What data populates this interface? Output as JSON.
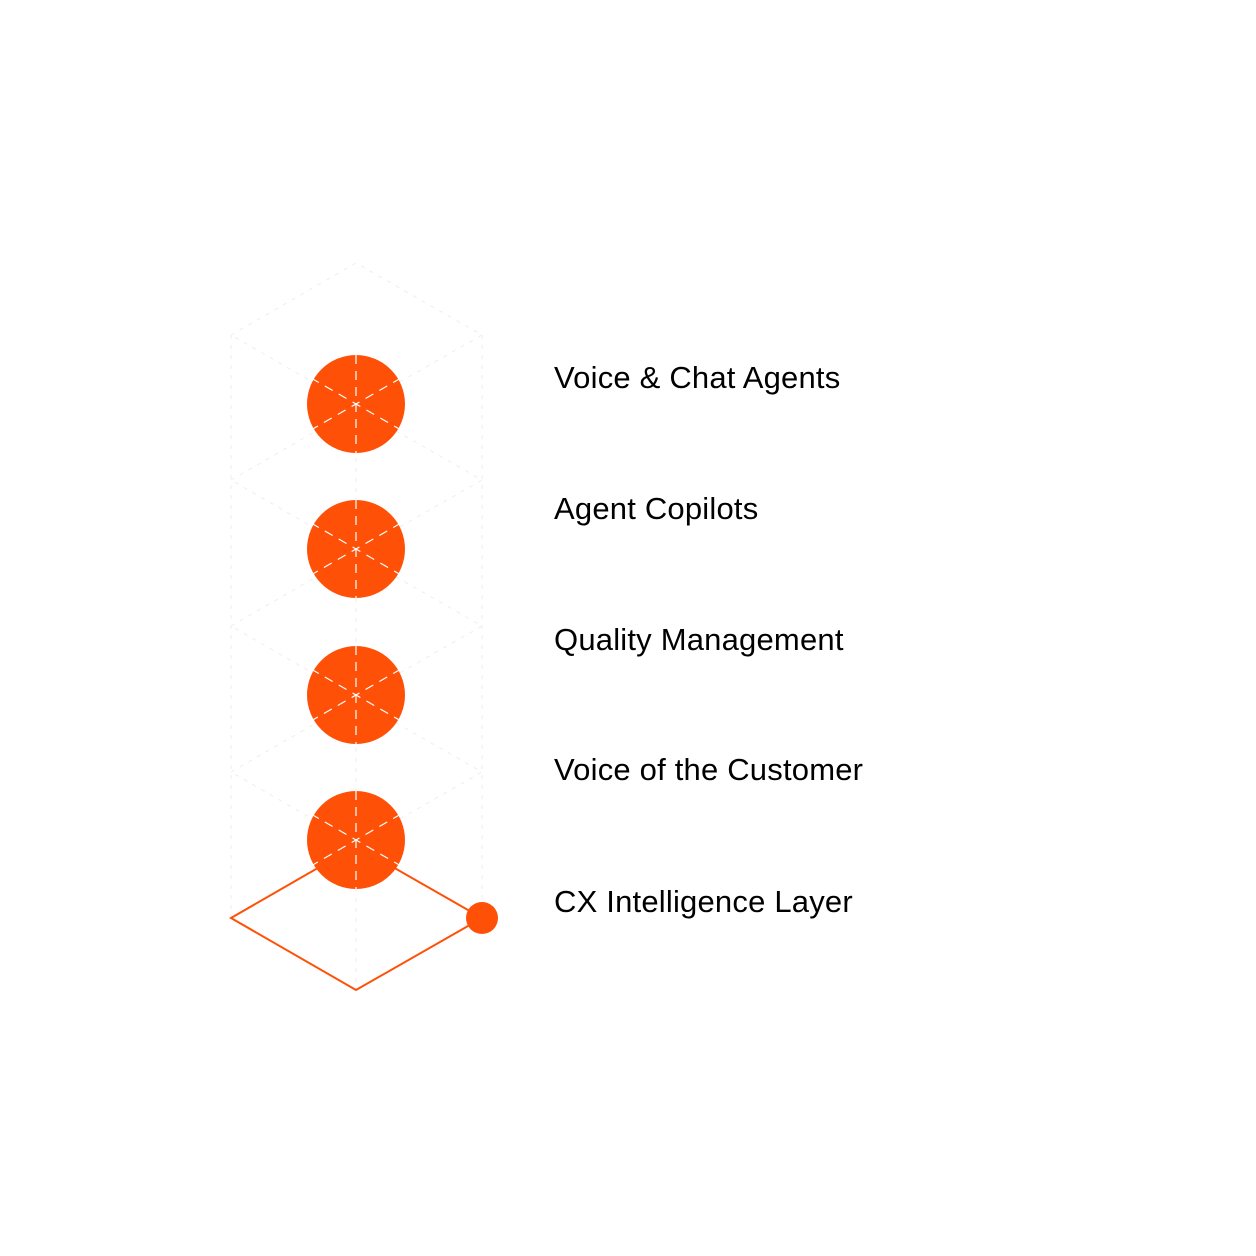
{
  "colors": {
    "accent": "#ff5008",
    "label_text": "#fbf6ec",
    "guide": "#eeeeee",
    "mark": "#ffffff"
  },
  "layers": [
    {
      "label": "Voice & Chat Agents",
      "active": false
    },
    {
      "label": "Agent Copilots",
      "active": false
    },
    {
      "label": "Quality Management",
      "active": false
    },
    {
      "label": "Voice of the Customer",
      "active": false
    },
    {
      "label": "CX Intelligence Layer",
      "active": true
    }
  ]
}
